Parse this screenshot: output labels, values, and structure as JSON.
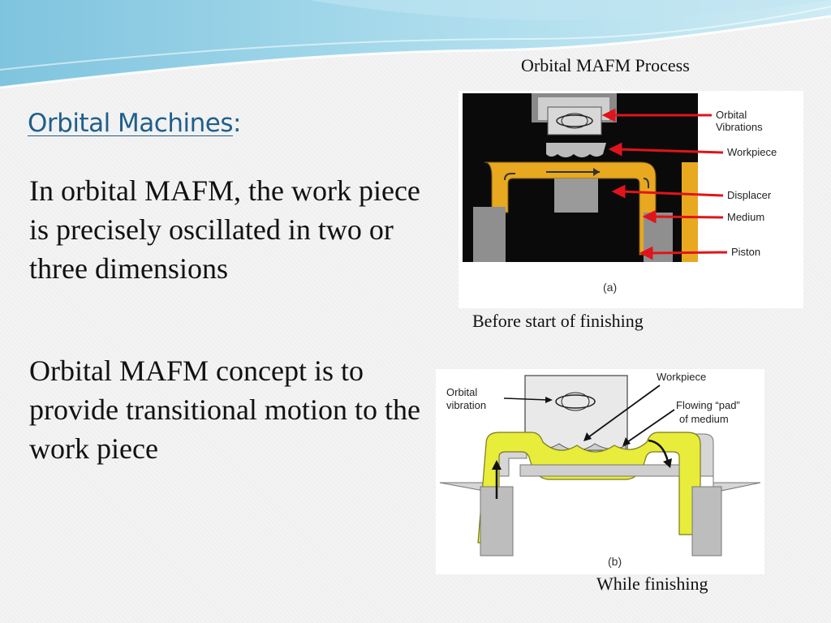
{
  "slide": {
    "title": "Orbital Machines",
    "title_suffix": ":",
    "paragraph_1": "In orbital MAFM, the work piece is precisely oscillated in two or three dimensions",
    "paragraph_2": "Orbital MAFM concept is to provide transitional motion to the work piece"
  },
  "captions": {
    "process_title": "Orbital MAFM Process",
    "figure_a": "Before start of finishing",
    "figure_b": "While finishing"
  },
  "figure_a": {
    "labels": {
      "orbital_line1": "Orbital",
      "orbital_line2": "Vibrations",
      "workpiece": "Workpiece",
      "displacer": "Displacer",
      "medium": "Medium",
      "piston": "Piston"
    },
    "tag": "(a)"
  },
  "figure_b": {
    "labels": {
      "orbital_line1": "Orbital",
      "orbital_line2": "vibration",
      "workpiece": "Workpiece",
      "pad_line1": "Flowing “pad”",
      "pad_line2": "of medium"
    },
    "tag": "(b)"
  },
  "colors": {
    "title": "#1f5f8b",
    "medium_a": "#e8a820",
    "medium_b": "#e8ec3a",
    "arrow_red": "#e0141a"
  }
}
